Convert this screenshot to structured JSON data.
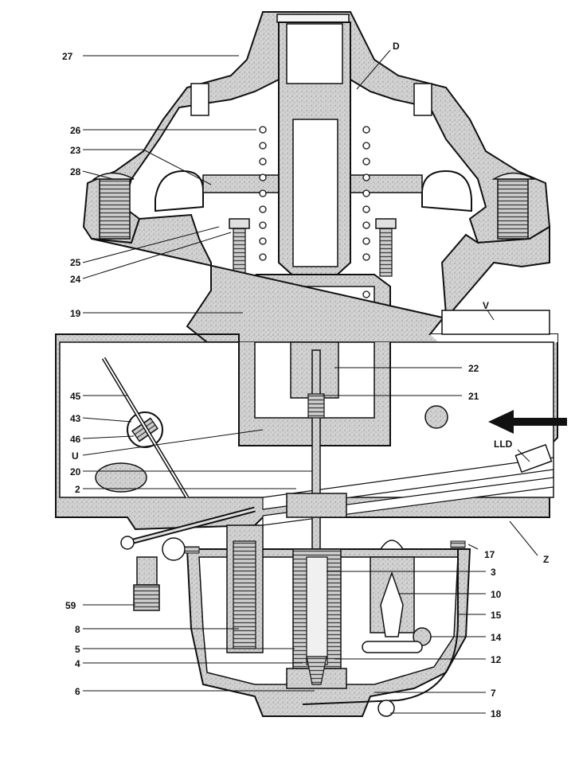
{
  "labels": {
    "l27": "27",
    "lD": "D",
    "l26": "26",
    "l23": "23",
    "l28": "28",
    "l25": "25",
    "l24": "24",
    "l19": "19",
    "lV": "V",
    "l22": "22",
    "l21": "21",
    "l45": "45",
    "l43": "43",
    "l46": "46",
    "lU": "U",
    "l20": "20",
    "l2": "2",
    "lLLD": "LLD",
    "l17": "17",
    "lZ": "Z",
    "l3": "3",
    "l59": "59",
    "l10": "10",
    "l15": "15",
    "l8": "8",
    "l14": "14",
    "l5": "5",
    "l4": "4",
    "l12": "12",
    "l6": "6",
    "l7": "7",
    "l18": "18"
  },
  "colors": {
    "body_fill": "#d6d6d6",
    "dark_fill": "#9a9a9a",
    "outline": "#111111",
    "hatch": "#7a7a7a"
  }
}
